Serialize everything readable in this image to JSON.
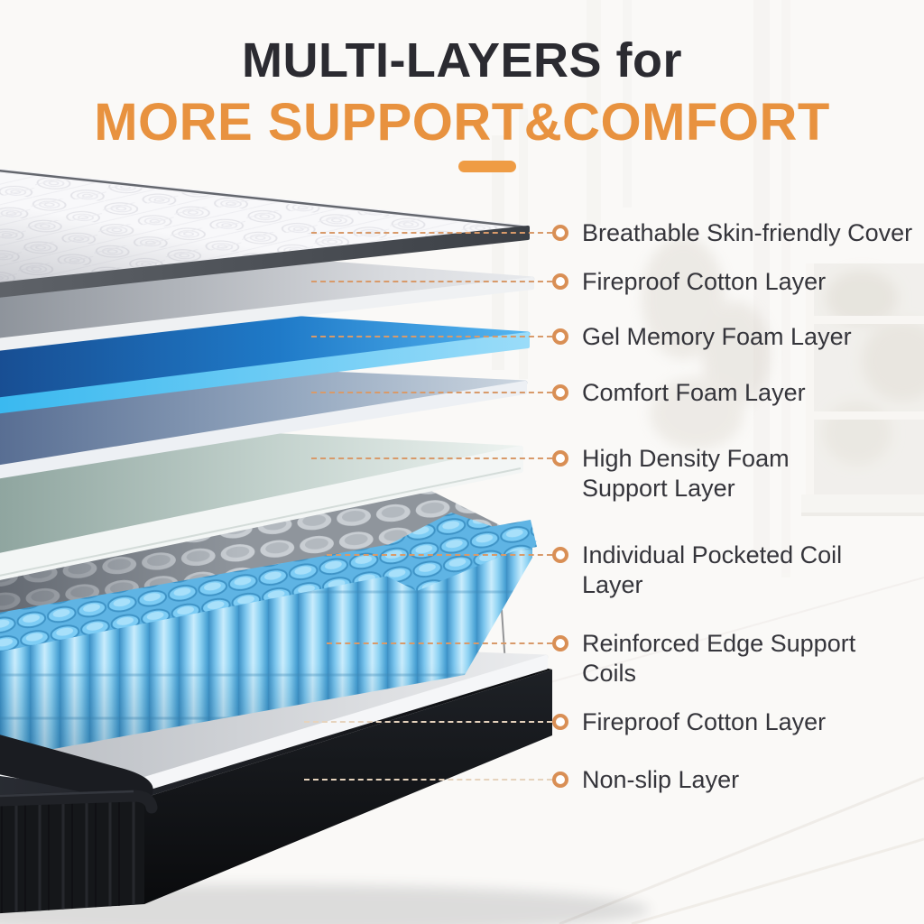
{
  "title": {
    "line1": "MULTI-LAYERS for",
    "line2": "MORE SUPPORT&COMFORT"
  },
  "palette": {
    "accent_orange": "#e8923f",
    "underline_orange": "#ef9c44",
    "leader_line": "#d89a6a",
    "callout_ring": "#d98f55",
    "heading_dark": "#2b2b31",
    "label_text": "#35353b",
    "gel_blue": "#2383d3",
    "coil_edge_blue": "#6fc2ef",
    "base_black": "#141518"
  },
  "layers": [
    {
      "label": "Breathable Skin-friendly Cover",
      "color": "#f7f7f9"
    },
    {
      "label": "Fireproof Cotton Layer",
      "color": "#c9ccd1"
    },
    {
      "label": "Gel Memory Foam Layer",
      "color": "#2383d3"
    },
    {
      "label": "Comfort Foam Layer",
      "color": "#97aac1"
    },
    {
      "label": "High Density Foam\nSupport Layer",
      "color": "#e9efed"
    },
    {
      "label": "Individual Pocketed Coil\nLayer",
      "color": "#c6cbd0"
    },
    {
      "label": "Reinforced Edge Support\nCoils",
      "color": "#6fc2ef"
    },
    {
      "label": "Fireproof Cotton Layer",
      "color": "#d9dbde"
    },
    {
      "label": "Non-slip Layer",
      "color": "#141518"
    }
  ]
}
